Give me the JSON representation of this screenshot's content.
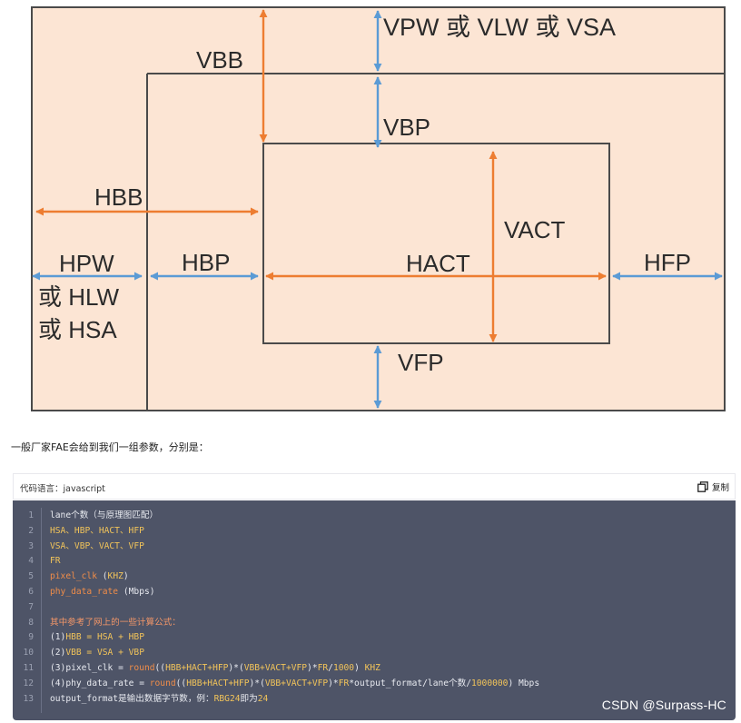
{
  "diagram": {
    "labels": {
      "vpw": "VPW 或 VLW 或 VSA",
      "vbb": "VBB",
      "vbp": "VBP",
      "hbb": "HBB",
      "vact": "VACT",
      "hpw_line1": "HPW",
      "hpw_line2": "或 HLW",
      "hpw_line3": "或 HSA",
      "hbp": "HBP",
      "hact": "HACT",
      "hfp": "HFP",
      "vfp": "VFP"
    },
    "colors": {
      "fill": "#fce5d4",
      "border": "#4a4a4a",
      "blue_arrow": "#5b9bd5",
      "orange_arrow": "#ed7d31"
    }
  },
  "description": "一般厂家FAE会给到我们一组参数，分别是：",
  "code_block": {
    "language_label": "代码语言：javascript",
    "copy_label": "复制",
    "copy_icon": "copy-icon",
    "lines": [
      {
        "n": "1",
        "tokens": [
          {
            "t": "lane个数（与原理图匹配）",
            "c": "w"
          }
        ]
      },
      {
        "n": "2",
        "tokens": [
          {
            "t": "HSA、HBP、HACT、HFP",
            "c": "y"
          }
        ]
      },
      {
        "n": "3",
        "tokens": [
          {
            "t": "VSA、VBP、VACT、VFP",
            "c": "y"
          }
        ]
      },
      {
        "n": "4",
        "tokens": [
          {
            "t": "FR",
            "c": "y"
          }
        ]
      },
      {
        "n": "5",
        "tokens": [
          {
            "t": "pixel_clk",
            "c": "o"
          },
          {
            "t": " (",
            "c": "w"
          },
          {
            "t": "KHZ",
            "c": "y"
          },
          {
            "t": ")",
            "c": "w"
          }
        ]
      },
      {
        "n": "6",
        "tokens": [
          {
            "t": "phy_data_rate",
            "c": "o"
          },
          {
            "t": " (Mbps)",
            "c": "w"
          }
        ]
      },
      {
        "n": "7",
        "tokens": []
      },
      {
        "n": "8",
        "tokens": [
          {
            "t": "其中参考了网上的一些计算公式：",
            "c": "c"
          }
        ]
      },
      {
        "n": "9",
        "tokens": [
          {
            "t": "(1)",
            "c": "w"
          },
          {
            "t": "HBB = HSA + HBP",
            "c": "y"
          }
        ]
      },
      {
        "n": "10",
        "tokens": [
          {
            "t": "(2)",
            "c": "w"
          },
          {
            "t": "VBB = VSA + VBP",
            "c": "y"
          }
        ]
      },
      {
        "n": "11",
        "tokens": [
          {
            "t": "(3)pixel_clk = ",
            "c": "w"
          },
          {
            "t": "round",
            "c": "o"
          },
          {
            "t": "((",
            "c": "w"
          },
          {
            "t": "HBB+HACT+HFP",
            "c": "y"
          },
          {
            "t": ")*(",
            "c": "w"
          },
          {
            "t": "VBB+VACT+VFP",
            "c": "y"
          },
          {
            "t": ")*",
            "c": "w"
          },
          {
            "t": "FR",
            "c": "y"
          },
          {
            "t": "/",
            "c": "w"
          },
          {
            "t": "1000",
            "c": "n"
          },
          {
            "t": ") ",
            "c": "w"
          },
          {
            "t": "KHZ",
            "c": "y"
          }
        ]
      },
      {
        "n": "12",
        "tokens": [
          {
            "t": "(4)phy_data_rate = ",
            "c": "w"
          },
          {
            "t": "round",
            "c": "o"
          },
          {
            "t": "((",
            "c": "w"
          },
          {
            "t": "HBB+HACT+HFP",
            "c": "y"
          },
          {
            "t": ")*(",
            "c": "w"
          },
          {
            "t": "VBB+VACT+VFP",
            "c": "y"
          },
          {
            "t": ")*",
            "c": "w"
          },
          {
            "t": "FR",
            "c": "y"
          },
          {
            "t": "*output_format/lane个数/",
            "c": "w"
          },
          {
            "t": "1000000",
            "c": "n"
          },
          {
            "t": ") Mbps",
            "c": "w"
          }
        ]
      },
      {
        "n": "13",
        "tokens": [
          {
            "t": "output_format是输出数据字节数，例：",
            "c": "w"
          },
          {
            "t": "RBG24",
            "c": "y"
          },
          {
            "t": "即为",
            "c": "w"
          },
          {
            "t": "24",
            "c": "n"
          }
        ]
      }
    ]
  },
  "watermark": "CSDN @Surpass-HC"
}
